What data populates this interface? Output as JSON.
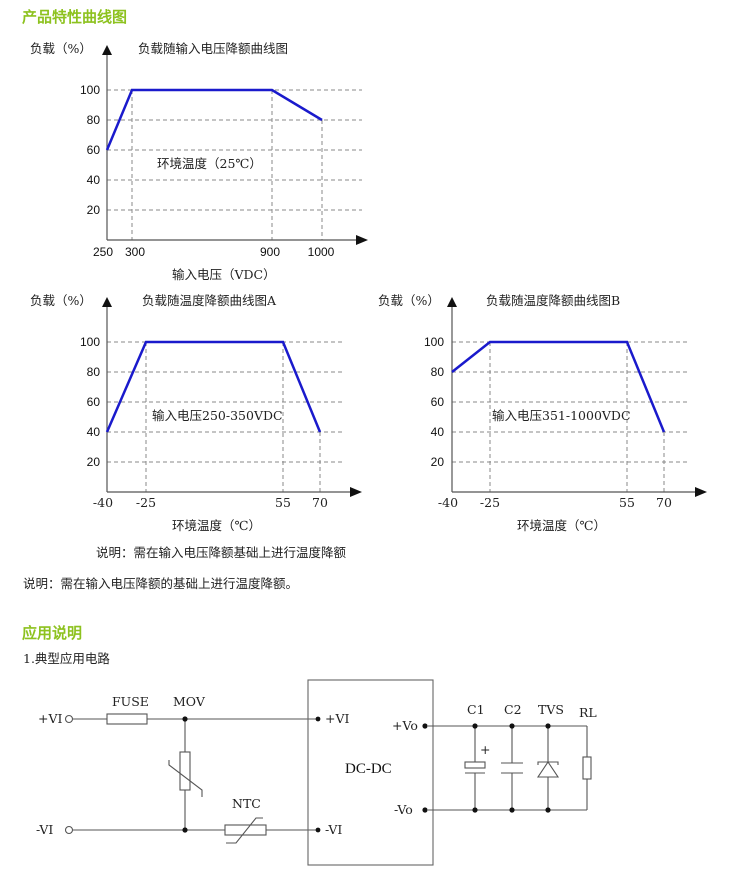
{
  "section1": {
    "title": "产品特性曲线图",
    "color": "#8dc21f"
  },
  "chart_data": [
    {
      "type": "line",
      "title": "负载随输入电压降额曲线图",
      "ylabel": "负载（%）",
      "xlabel": "输入电压（VDC）",
      "annotation": "环境温度（25℃）",
      "x_ticks": [
        "250",
        "300",
        "900",
        "1000"
      ],
      "y_ticks": [
        "100",
        "80",
        "60",
        "40",
        "20"
      ],
      "x": [
        250,
        300,
        900,
        1000
      ],
      "values": [
        60,
        100,
        100,
        80
      ],
      "ylim": [
        0,
        100
      ],
      "grid": true,
      "line_color": "#1a1acc"
    },
    {
      "type": "line",
      "title": "负载随温度降额曲线图A",
      "ylabel": "负载（%）",
      "xlabel": "环境温度（℃）",
      "annotation": "输入电压250-350VDC",
      "x_ticks": [
        "-40",
        "-25",
        "55",
        "70"
      ],
      "y_ticks": [
        "100",
        "80",
        "60",
        "40",
        "20"
      ],
      "x": [
        -40,
        -25,
        55,
        70
      ],
      "values": [
        40,
        100,
        100,
        40
      ],
      "ylim": [
        0,
        100
      ],
      "grid": true,
      "line_color": "#1a1acc"
    },
    {
      "type": "line",
      "title": "负载随温度降额曲线图B",
      "ylabel": "负载（%）",
      "xlabel": "环境温度（℃）",
      "annotation": "输入电压351-1000VDC",
      "x_ticks": [
        "-40",
        "-25",
        "55",
        "70"
      ],
      "y_ticks": [
        "100",
        "80",
        "60",
        "40",
        "20"
      ],
      "x": [
        -40,
        -25,
        55,
        70
      ],
      "values": [
        80,
        100,
        100,
        40
      ],
      "ylim": [
        0,
        100
      ],
      "grid": true,
      "line_color": "#1a1acc"
    }
  ],
  "note_chart": "说明：需在输入电压降额基础上进行温度降额",
  "note_main": "说明：需在输入电压降额的基础上进行温度降额。",
  "section2": {
    "title": "应用说明",
    "subtitle": "1.典型应用电路"
  },
  "circuit": {
    "labels": {
      "vi_plus_in": "+VI",
      "vi_minus_in": "-VI",
      "fuse": "FUSE",
      "mov": "MOV",
      "ntc": "NTC",
      "module": "DC-DC",
      "vi_plus_pin": "+VI",
      "vi_minus_pin": "-VI",
      "vo_plus": "+Vo",
      "vo_minus": "-Vo",
      "c1": "C1",
      "c2": "C2",
      "tvs": "TVS",
      "rl": "RL",
      "c1_polarity": "+"
    }
  }
}
